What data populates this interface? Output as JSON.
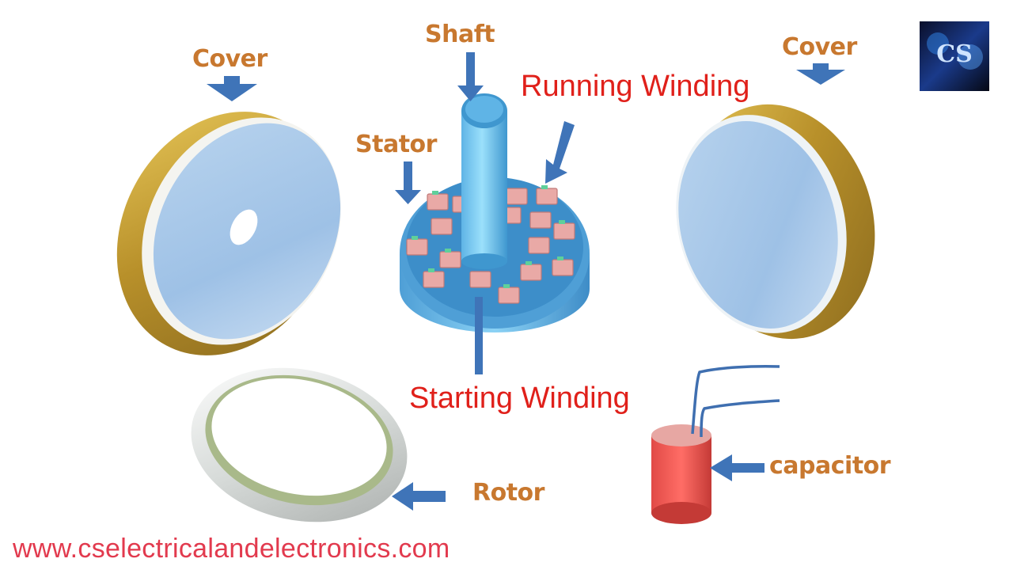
{
  "labels": {
    "cover_left": "Cover",
    "cover_right": "Cover",
    "shaft": "Shaft",
    "stator": "Stator",
    "running_winding": "Running Winding",
    "starting_winding": "Starting Winding",
    "rotor": "Rotor",
    "capacitor": "capacitor"
  },
  "logo": {
    "text": "CS"
  },
  "footer": {
    "url": "www.cselectricalandelectronics.com"
  },
  "colors": {
    "label_orange": "#c8782f",
    "label_red": "#e0201a",
    "arrow_blue": "#3f74b8",
    "footer_pink": "#e23a4e"
  }
}
